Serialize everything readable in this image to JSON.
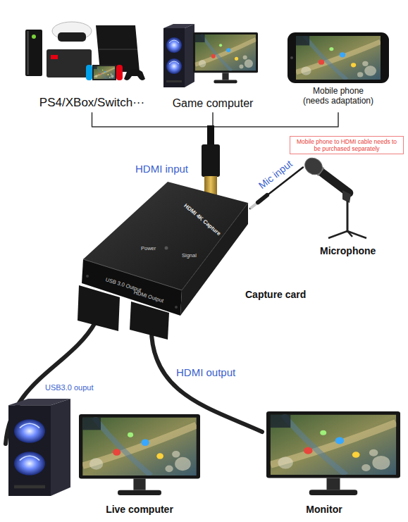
{
  "diagram": {
    "nodes": [
      {
        "text": [
          "PS4/XBox/Switch···"
        ]
      },
      {
        "text": [
          "Game computer"
        ]
      },
      {
        "text": [
          "Mobile phone (needs adaptation)"
        ]
      },
      {
        "text": [
          "Mobile phone to HDMI cable needs to be purchased separately"
        ]
      },
      {
        "text": [
          "Microphone"
        ]
      },
      {
        "text": [
          "HDMI 4K Capture",
          "Power",
          "Signal",
          "USB 3.0 Output",
          "HDMI Output",
          "Capture card"
        ]
      },
      {
        "text": [
          "Live computer"
        ]
      },
      {
        "text": [
          "Monitor"
        ]
      }
    ],
    "edges": [
      {
        "from": 0,
        "to": 5,
        "arrow": "none"
      },
      {
        "from": 1,
        "to": 5,
        "label": "HDMI input",
        "arrow": "none"
      },
      {
        "from": 2,
        "to": 5,
        "arrow": "none"
      },
      {
        "from": 4,
        "to": 5,
        "label": "Mic input",
        "arrow": "none"
      },
      {
        "from": 5,
        "to": 6,
        "label": "USB3.0 ouput",
        "arrow": "none"
      },
      {
        "from": 5,
        "to": 7,
        "label": "HDMI output",
        "arrow": "none"
      }
    ]
  }
}
